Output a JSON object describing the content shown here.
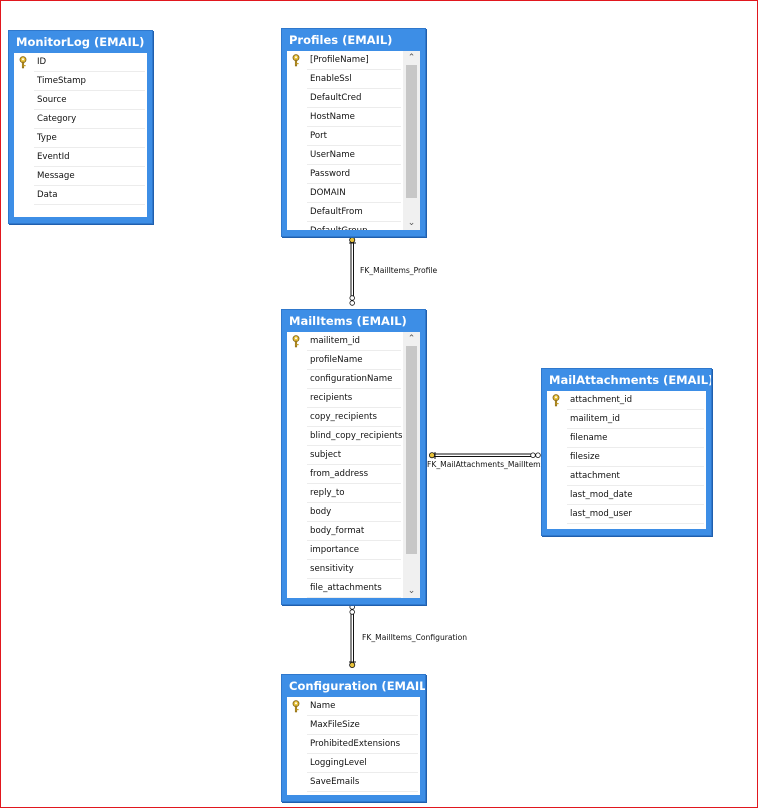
{
  "tables": [
    {
      "id": "monitorlog",
      "title": "MonitorLog (EMAIL)",
      "key_row": 0,
      "scroll": false,
      "columns": [
        "ID",
        "TimeStamp",
        "Source",
        "Category",
        "Type",
        "EventId",
        "Message",
        "Data"
      ]
    },
    {
      "id": "profiles",
      "title": "Profiles (EMAIL)",
      "key_row": 0,
      "scroll": true,
      "columns": [
        "[ProfileName]",
        "EnableSsl",
        "DefaultCred",
        "HostName",
        "Port",
        "UserName",
        "Password",
        "DOMAIN",
        "DefaultFrom",
        "DefaultGroup"
      ]
    },
    {
      "id": "mailitems",
      "title": "MailItems (EMAIL)",
      "key_row": 0,
      "scroll": true,
      "columns": [
        "mailitem_id",
        "profileName",
        "configurationName",
        "recipients",
        "copy_recipients",
        "blind_copy_recipients",
        "subject",
        "from_address",
        "reply_to",
        "body",
        "body_format",
        "importance",
        "sensitivity",
        "file_attachments"
      ]
    },
    {
      "id": "mailattachments",
      "title": "MailAttachments (EMAIL)",
      "key_row": 0,
      "scroll": false,
      "columns": [
        "attachment_id",
        "mailitem_id",
        "filename",
        "filesize",
        "attachment",
        "last_mod_date",
        "last_mod_user"
      ]
    },
    {
      "id": "configuration",
      "title": "Configuration (EMAIL)",
      "key_row": 0,
      "scroll": false,
      "columns": [
        "Name",
        "MaxFileSize",
        "ProhibitedExtensions",
        "LoggingLevel",
        "SaveEmails"
      ]
    }
  ],
  "relationships": [
    {
      "id": "fk-mailitems-profile",
      "label": "FK_MailItems_Profile"
    },
    {
      "id": "fk-mailattachments-mailitems",
      "label": "FK_MailAttachments_MailItems"
    },
    {
      "id": "fk-mailitems-configuration",
      "label": "FK_MailItems_Configuration"
    }
  ],
  "colors": {
    "table_header": "#3d8ee6",
    "canvas_border": "#e1171e",
    "key_icon": "#d9b32a",
    "connector": "#111111"
  },
  "icons": {
    "key": "key-icon",
    "scroll_up": "chevron-up-icon",
    "scroll_down": "chevron-down-icon"
  }
}
